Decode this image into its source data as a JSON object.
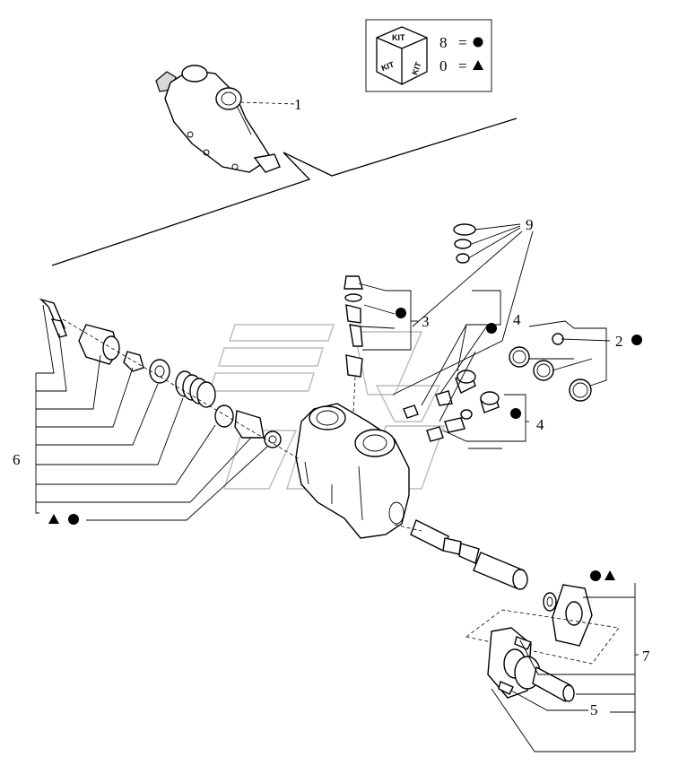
{
  "kit_legend": {
    "cube_label": "KIT",
    "row1_number": "8",
    "row1_eq": "=",
    "row1_symbol": "circle",
    "row2_number": "0",
    "row2_eq": "=",
    "row2_symbol": "triangle"
  },
  "callouts": {
    "c1": "1",
    "c2": "2",
    "c3": "3",
    "c4a": "4",
    "c4b": "4",
    "c5": "5",
    "c6": "6",
    "c7": "7",
    "c9": "9"
  },
  "kit_markers": {
    "c2": "circle",
    "c3": "circle",
    "c4a": "circle",
    "c4b": "circle",
    "c6": "triangle+circle",
    "c7": "circle+triangle"
  }
}
